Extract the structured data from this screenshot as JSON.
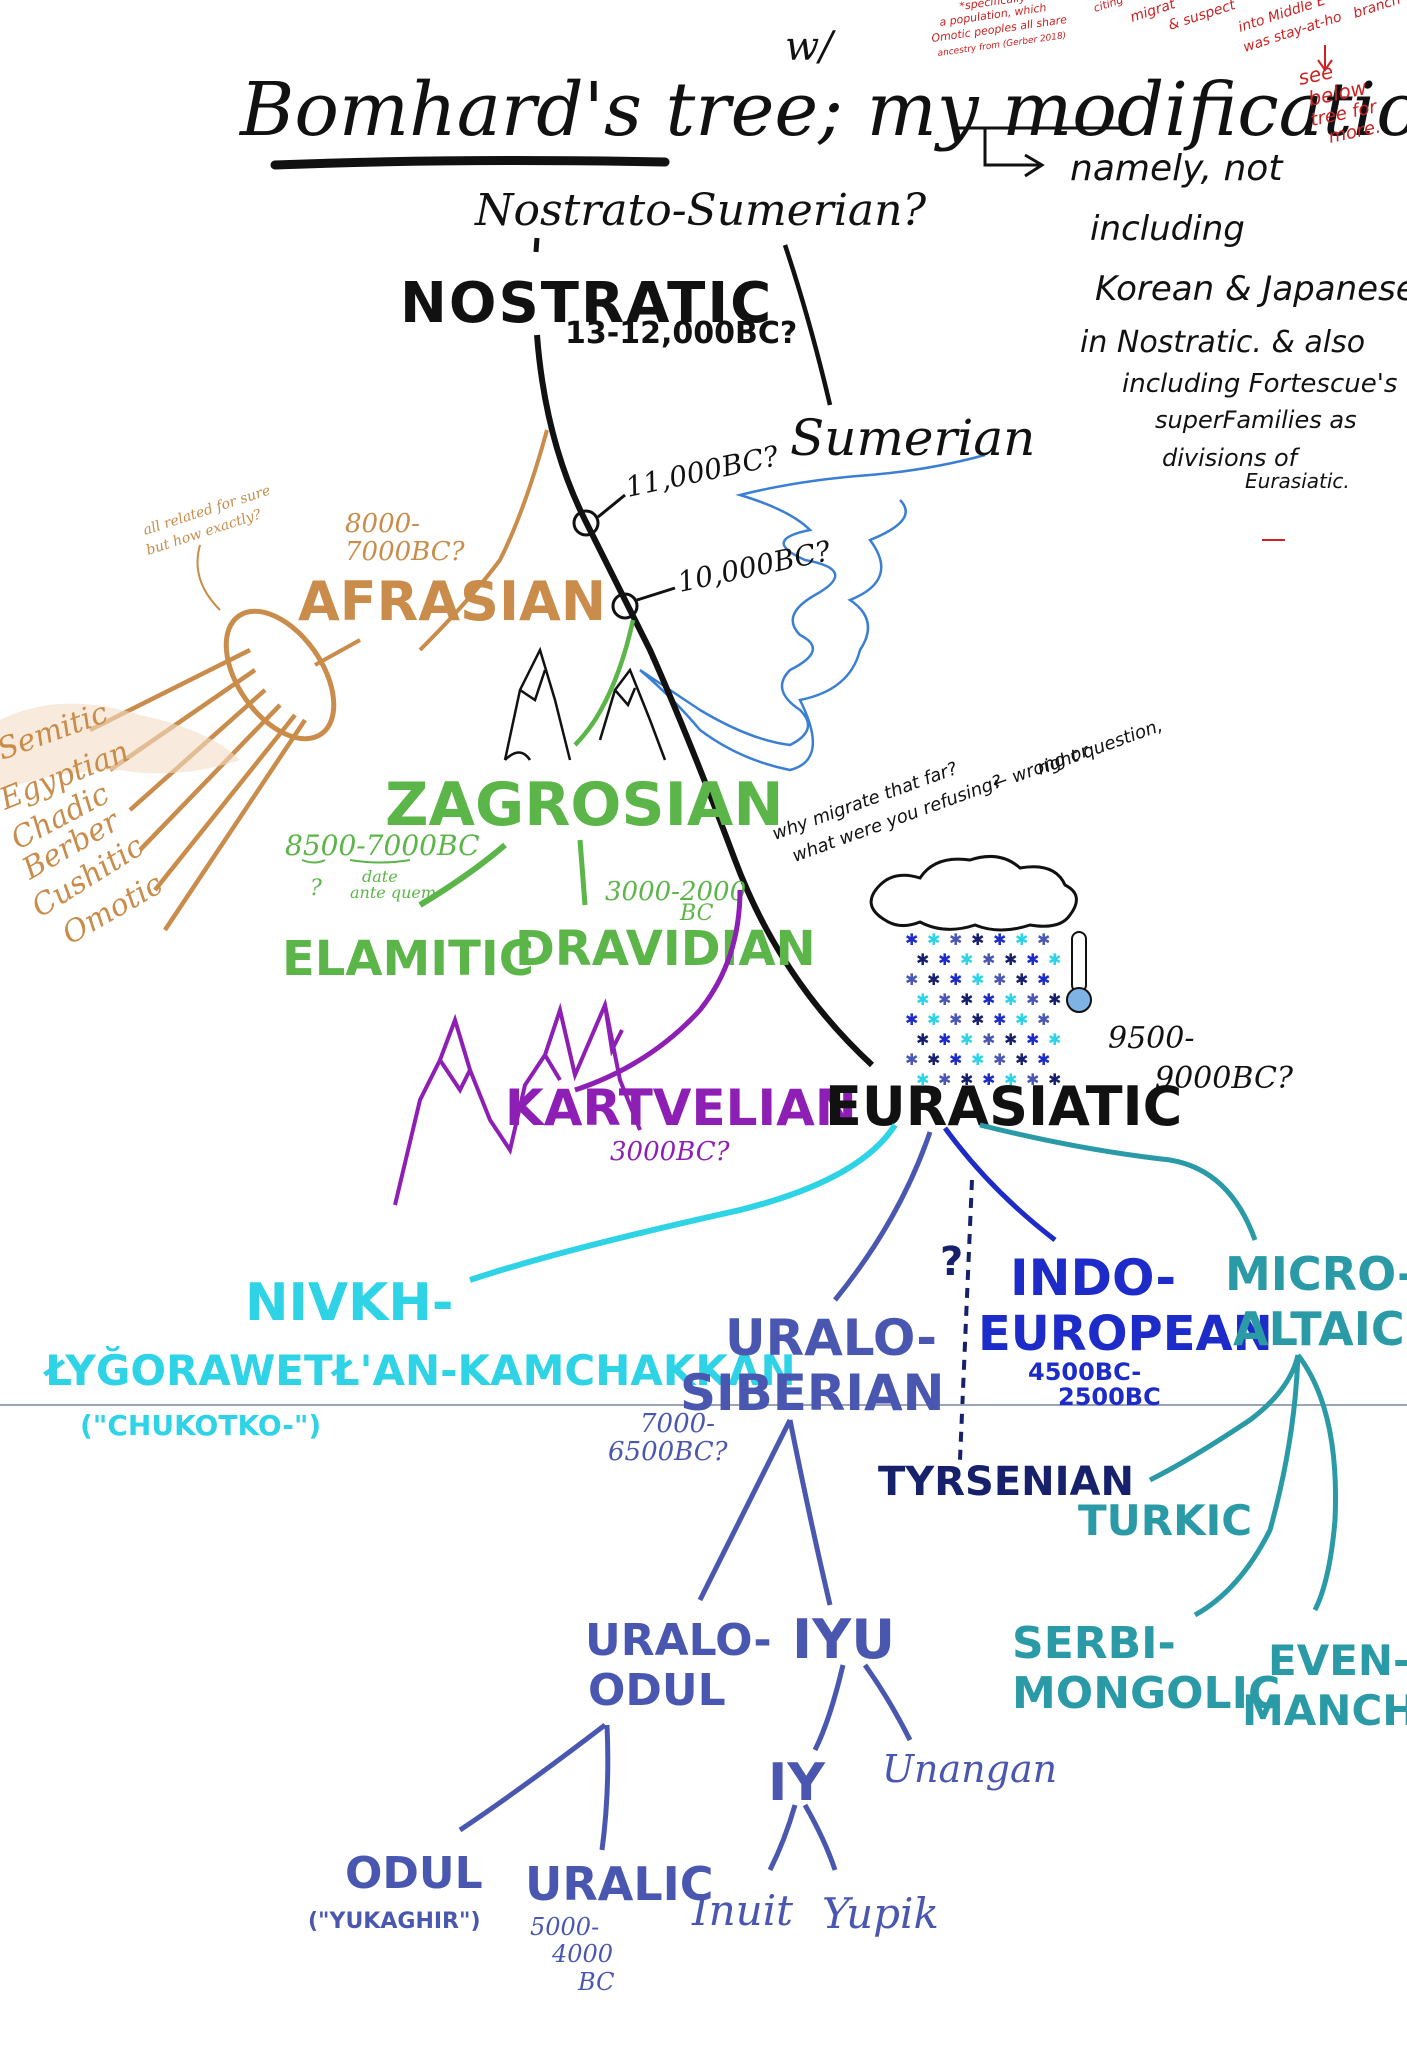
{
  "title": {
    "main": "Bomhard's tree; my modifications",
    "insert_w": "w/"
  },
  "side_note": {
    "lines": [
      "namely, not",
      "including",
      "Korean & Japanese",
      "in Nostratic. & also",
      "including Fortescue's",
      "superFamilies as",
      "divisions of",
      "Eurasiatic."
    ]
  },
  "corner_notes": {
    "line1": "*specifically of",
    "line2": "a population, which",
    "line3": "Omotic peoples all share",
    "line4": "ancestry from (Gerber 2018)",
    "line5": "citing",
    "line6": "migrat",
    "line7": "& suspect",
    "line8": "into Middle E",
    "line9": "was stay-at-ho",
    "line10": "branch",
    "see_below": "see",
    "below": "below",
    "tree_for": "tree for",
    "more": "more."
  },
  "nodes": {
    "nostrato_sumerian": "Nostrato-Sumerian?",
    "nostratic": "NOSTRATIC",
    "nostratic_date": "13-12,000BC?",
    "sumerian": "Sumerian",
    "date_11000": "11,000BC?",
    "date_10000": "10,000BC?",
    "afrasian": "AFRASIAN",
    "afrasian_date_1": "8000-",
    "afrasian_date_2": "7000BC?",
    "afrasian_note_1": "all related for sure",
    "afrasian_note_2": "but how exactly?",
    "semitic": "Semitic",
    "egyptian": "Egyptian",
    "chadic": "Chadic",
    "berber": "Berber",
    "cushitic": "Cushitic",
    "omotic": "Omotic",
    "zagrosian": "ZAGROSIAN",
    "zagrosian_date": "8500-7000BC",
    "zagrosian_q": "?",
    "zagrosian_note_1": "date",
    "zagrosian_note_2": "ante quem",
    "elamitic": "ELAMITIC",
    "dravidian": "DRAVIDIAN",
    "dravidian_date_1": "3000-2000",
    "dravidian_date_2": "BC",
    "kartvelian": "KARTVELIAN",
    "kartvelian_date": "3000BC?",
    "migration_q_1": "why migrate that far?",
    "migration_q_2": "what were you refusing?",
    "migration_q_3": "← wrong or",
    "migration_q_4": "right question,",
    "eurasiatic": "EURASIATIC",
    "eurasiatic_date_1": "9500-",
    "eurasiatic_date_2": "9000BC?",
    "nivkh_1": "NIVKH-",
    "nivkh_2": "ŁYĞORAWETŁ'AN-KAMCHAKKAN",
    "nivkh_3": "(\"CHUKOTKO-\")",
    "uralo_siberian_1": "URALO-",
    "uralo_siberian_2": "SIBERIAN",
    "uralo_siberian_date_1": "7000-",
    "uralo_siberian_date_2": "6500BC?",
    "ie_q": "?",
    "indo_european_1": "INDO-",
    "indo_european_2": "EUROPEAN",
    "indo_european_date_1": "4500BC-",
    "indo_european_date_2": "2500BC",
    "tyrsenian": "TYRSENIAN",
    "micro_altaic_1": "MICRO-",
    "micro_altaic_2": "ALTAIC?",
    "turkic": "TURKIC",
    "serbi_mongolic_1": "SERBI-",
    "serbi_mongolic_2": "MONGOLIC",
    "even_manchu_1": "EVEN-",
    "even_manchu_2": "MANCHU",
    "uralo_odul_1": "URALO-",
    "uralo_odul_2": "ODUL",
    "iyu": "IYU",
    "iy": "IY",
    "unangan": "Unangan",
    "odul": "ODUL",
    "odul_note": "(\"YUKAGHIR\")",
    "uralic": "URALIC",
    "uralic_date_1": "5000-",
    "uralic_date_2": "4000",
    "uralic_date_3": "BC",
    "inuit": "Inuit",
    "yupik": "Yupik"
  },
  "colors": {
    "ink": "#111111",
    "afrasian": "#c98c4a",
    "zagrosian": "#5bb548",
    "kartvelian": "#8e1fb5",
    "nivkh": "#2ed3e6",
    "uralo_siberian": "#4a57b0",
    "indo_european": "#1d2bc8",
    "tyrsenian": "#17206b",
    "micro_altaic": "#2a9aa6",
    "water": "#3b7fd4",
    "red_note": "#cc2222"
  }
}
